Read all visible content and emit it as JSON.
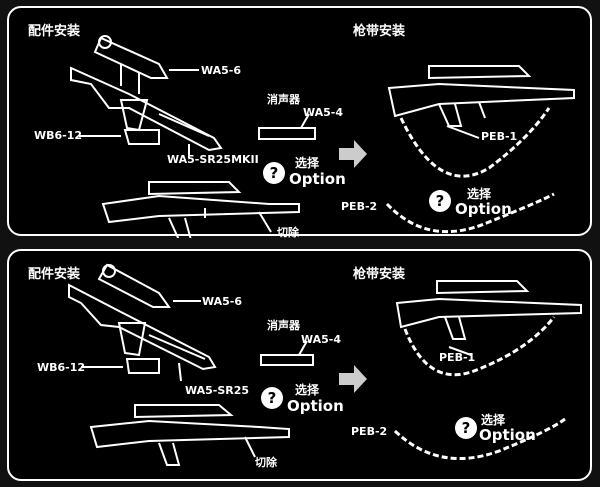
{
  "top": {
    "parts_title": "配件安装",
    "sling_title": "枪带安装",
    "labels": {
      "scope": "WA5-6",
      "mount": "WB6-12",
      "rifle": "WA5-SR25MKII",
      "suppressor_cn": "消声器",
      "suppressor_code": "WA5-4",
      "select": "选择",
      "option": "Option",
      "cut": "切除",
      "sling1": "PEB-1",
      "sling2": "PEB-2",
      "select2": "选择",
      "option2": "Option",
      "q1": "?",
      "q2": "?"
    }
  },
  "bottom": {
    "parts_title": "配件安装",
    "sling_title": "枪带安装",
    "labels": {
      "scope": "WA5-6",
      "mount": "WB6-12",
      "rifle": "WA5-SR25",
      "suppressor_cn": "消声器",
      "suppressor_code": "WA5-4",
      "select": "选择",
      "option": "Option",
      "cut": "切除",
      "sling1": "PEB-1",
      "sling2": "PEB-2",
      "select2": "选择",
      "option2": "Option",
      "q1": "?",
      "q2": "?"
    }
  }
}
